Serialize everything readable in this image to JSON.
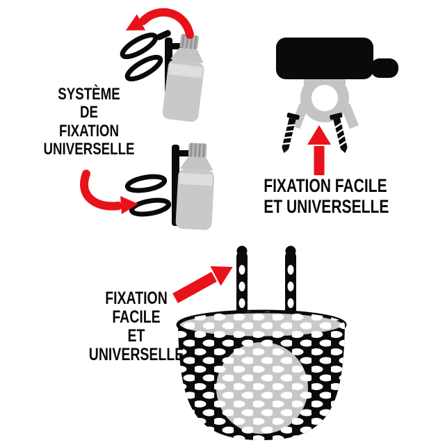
{
  "page": {
    "background": "#ffffff"
  },
  "colors": {
    "accent_red": "#e8121a",
    "ink_black": "#0a0a0a",
    "gray_light": "#c9c9c9",
    "gray_mid": "#b5b5b5",
    "white": "#ffffff"
  },
  "labels": {
    "system": {
      "lines": [
        "SYSTÈME",
        "DE",
        "FIXATION",
        "UNIVERSELLE"
      ]
    },
    "bell": {
      "lines": [
        "FIXATION FACILE",
        "ET UNIVERSELLE"
      ]
    },
    "basket": {
      "lines": [
        "FIXATION",
        "FACILE",
        "ET",
        "UNIVERSELLE"
      ]
    }
  },
  "icons": {
    "bottle_cage_top": "bottle-cage-with-straps-removed",
    "bottle_cage_bottom": "bottle-cage-with-straps-attached",
    "bell_clamp": "bell-with-universal-clamp-and-screws",
    "basket": "basket-with-mounting-straps",
    "arrows": "red-pointer-arrow"
  }
}
